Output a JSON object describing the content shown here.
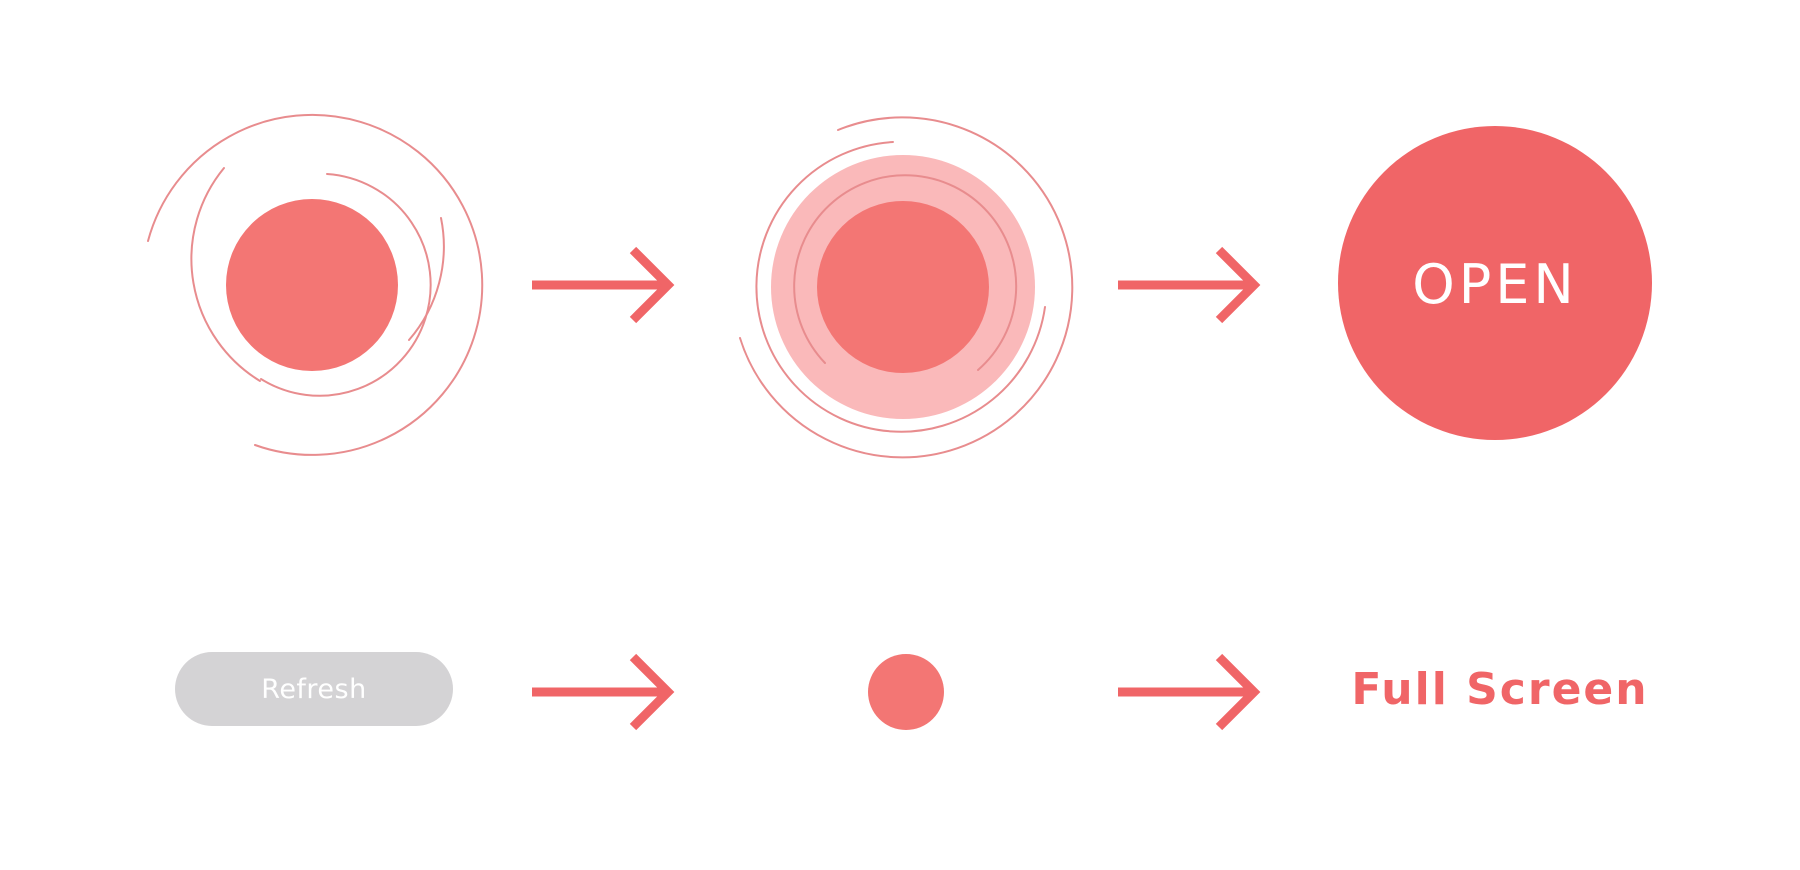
{
  "colors": {
    "accent": "#f06567",
    "light_accent": "#fab9ba",
    "disc": "#f37674",
    "ring": "#e88c8e",
    "button_grey": "#d4d3d5",
    "white": "#ffffff"
  },
  "row1": {
    "open_label": "OPEN"
  },
  "row2": {
    "refresh_label": "Refresh",
    "fullscreen_label": "Full Screen"
  },
  "icons": {
    "arrow": "arrow-right-icon",
    "swirl_idle": "swirl-idle-icon",
    "swirl_pressed": "swirl-pressed-icon",
    "open_circle": "open-circle-icon",
    "dot": "dot-icon"
  }
}
